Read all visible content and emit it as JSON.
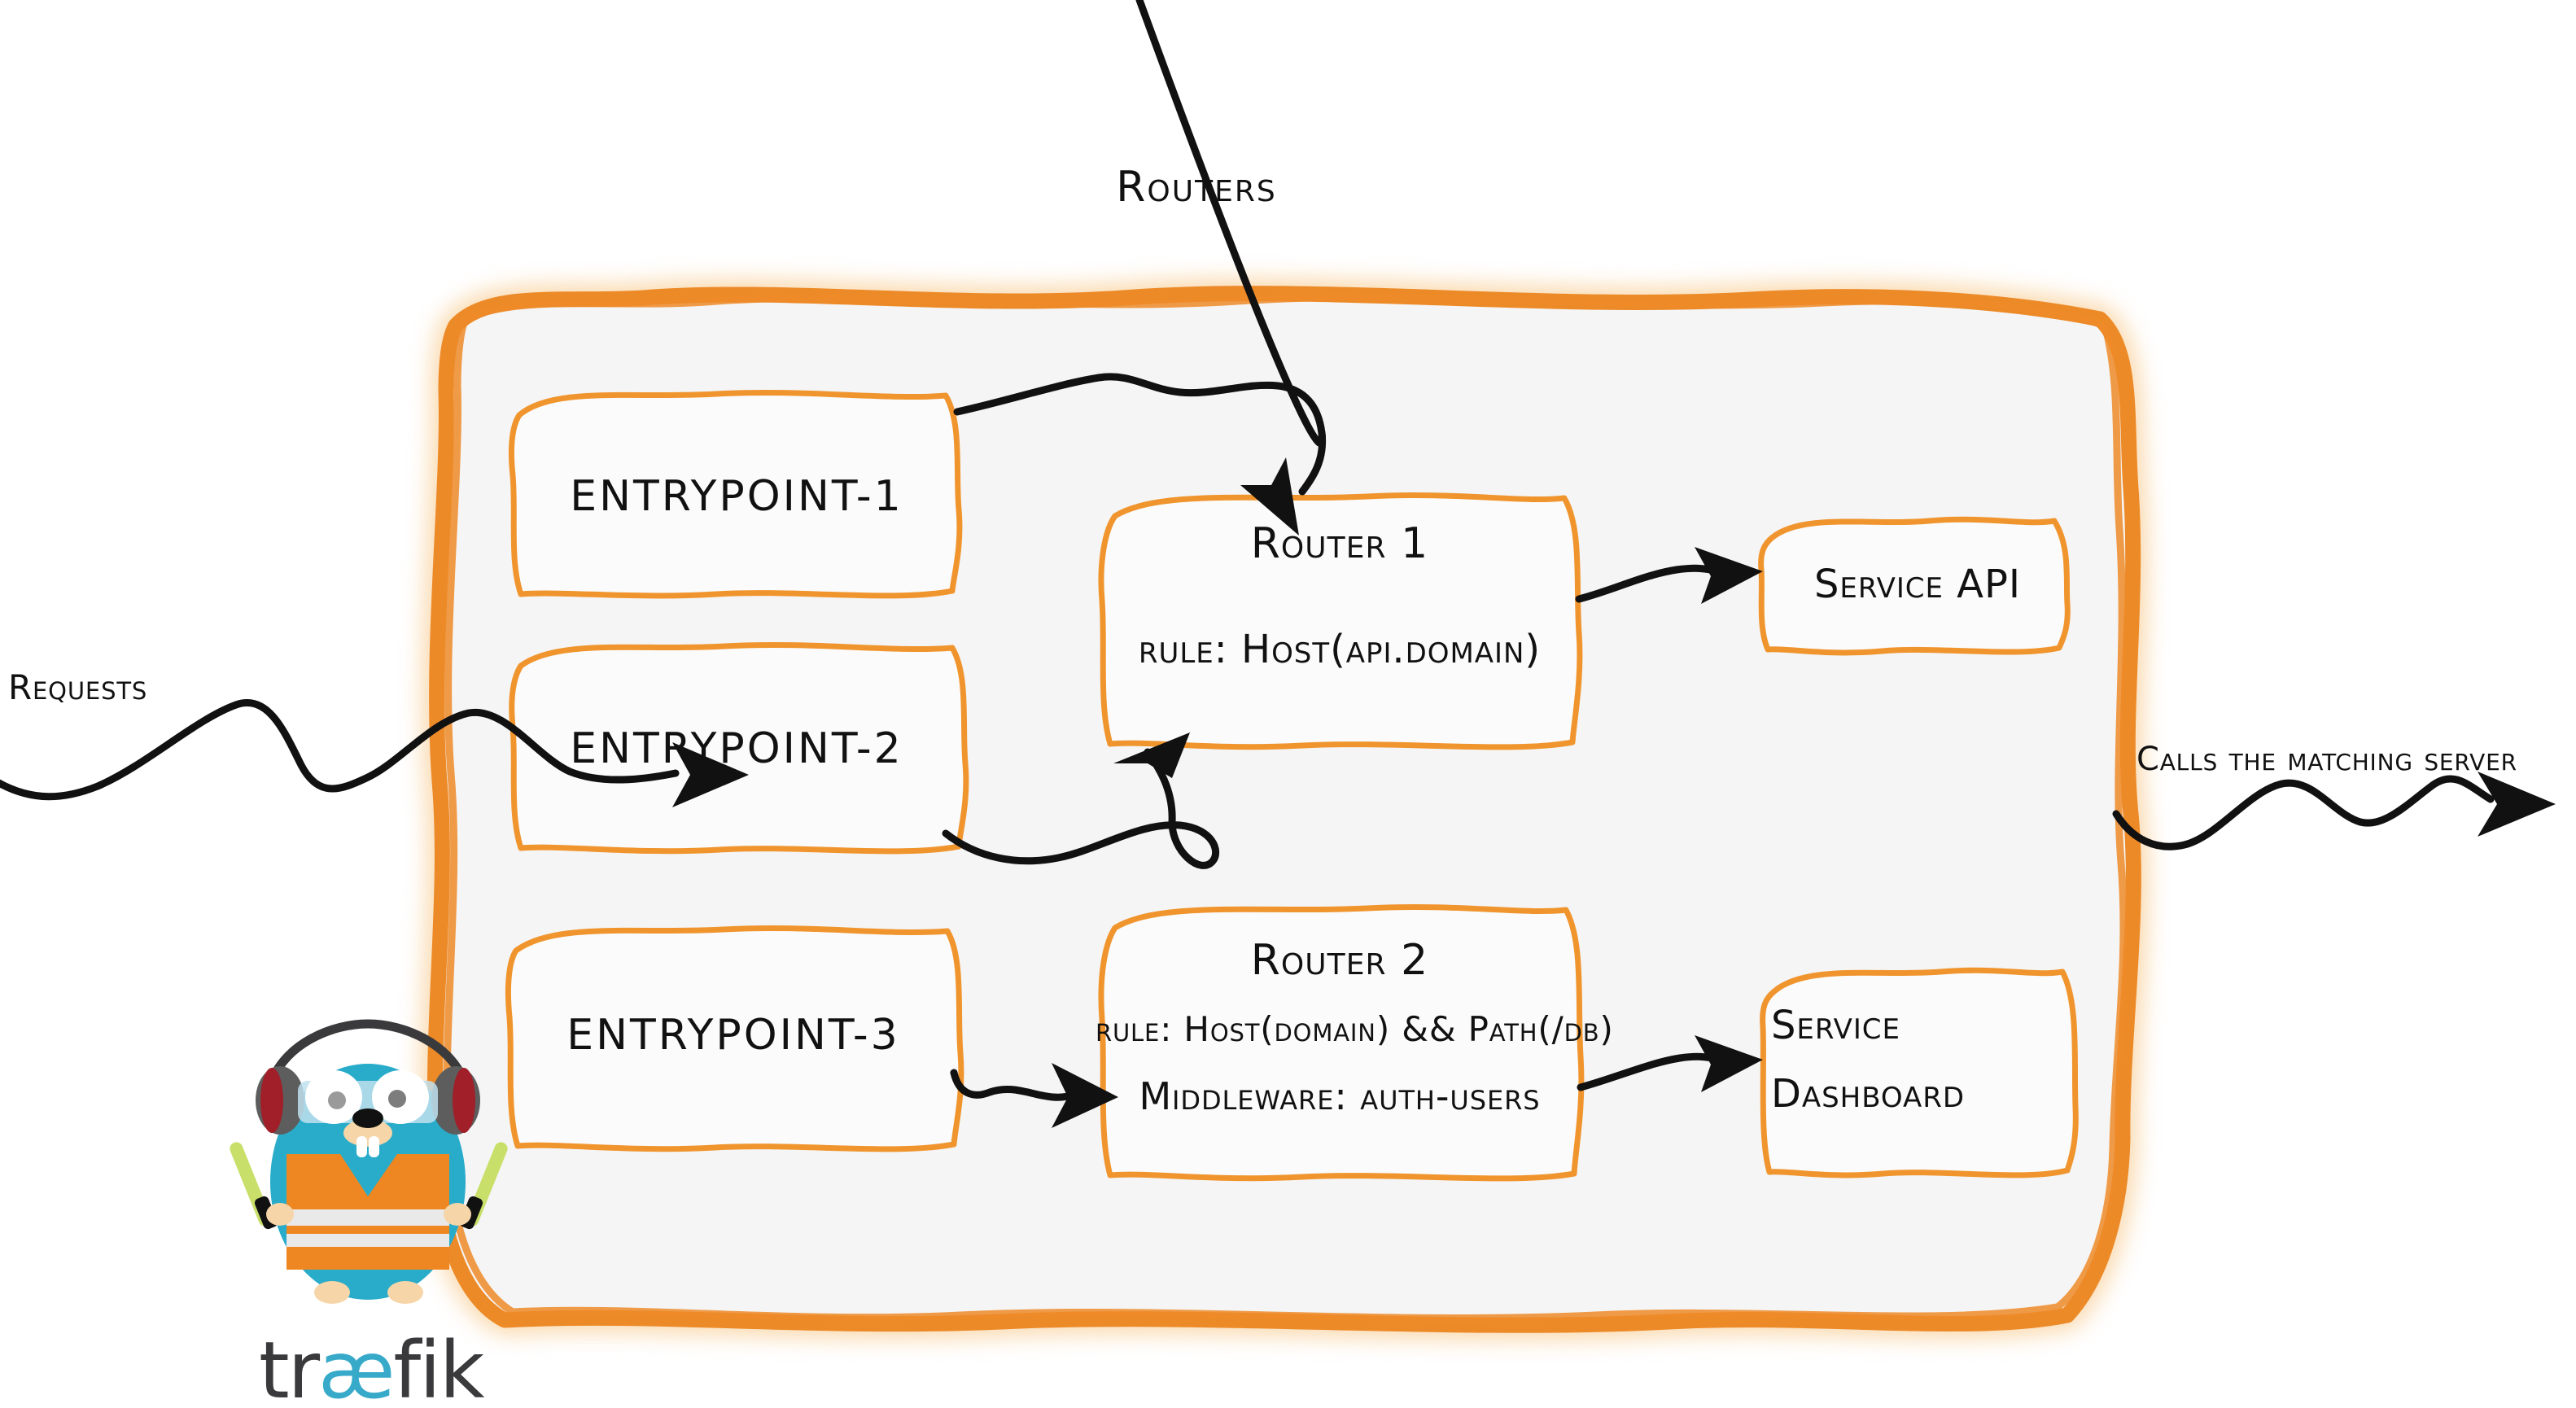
{
  "diagram": {
    "title": "Routers",
    "panel_fill": "#f5f5f5",
    "accent_color": "#ed8a28",
    "ink_color": "#111111"
  },
  "flow_labels": {
    "incoming": "Requests",
    "outgoing": "Calls the matching server"
  },
  "entrypoints": [
    {
      "label": "entrypoint-1"
    },
    {
      "label": "entrypoint-2"
    },
    {
      "label": "entrypoint-3"
    }
  ],
  "routers": [
    {
      "name": "Router 1",
      "lines": [
        "rule: Host(api.domain)"
      ]
    },
    {
      "name": "Router 2",
      "lines": [
        "rule: Host(domain) && Path(/db)",
        "Middleware: auth-users"
      ]
    }
  ],
  "services": [
    {
      "lines": [
        "Service API"
      ]
    },
    {
      "lines": [
        "Service",
        "Dashboard"
      ]
    }
  ],
  "brand": {
    "wordmark_part1": "tr",
    "wordmark_ligature": "æ",
    "wordmark_part2": "fik",
    "wordmark_dark": "#3a3a3c",
    "wordmark_accent": "#37a9c9",
    "mascot_body": "#29abca",
    "mascot_vest": "#ee8722",
    "mascot_skin": "#f6d5a8",
    "mascot_headphone": "#5d5d5d",
    "mascot_headphone_accent": "#a01f28",
    "mascot_wand": "#c8e06a"
  }
}
